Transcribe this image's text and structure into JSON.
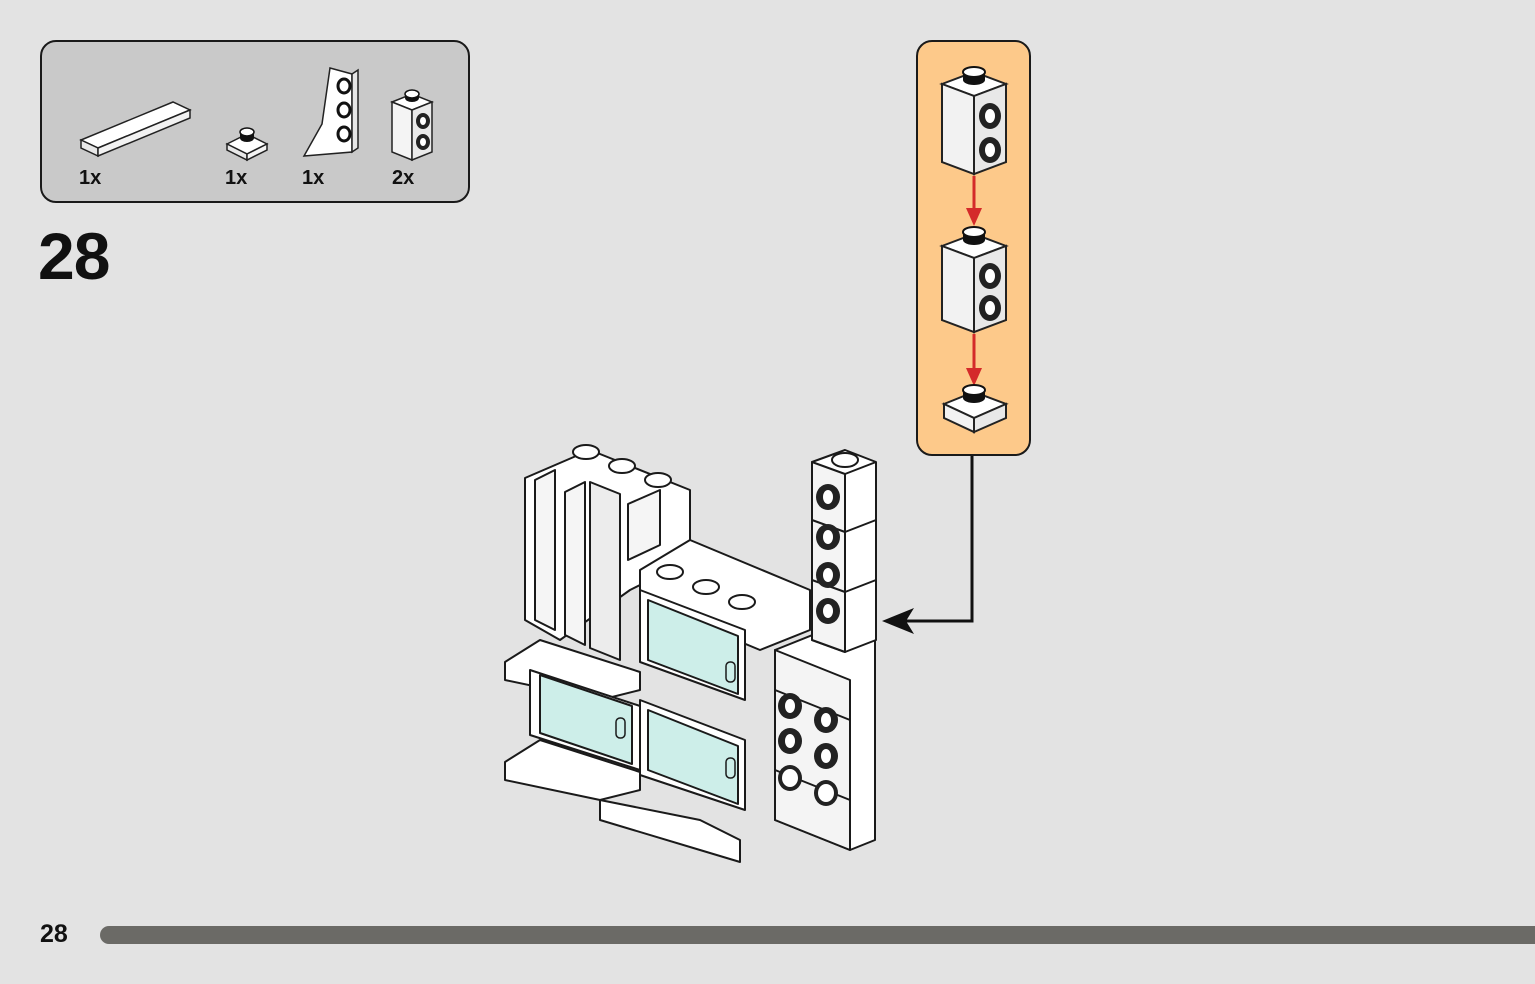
{
  "parts": [
    {
      "name": "tile-1x4",
      "qty": "1x"
    },
    {
      "name": "plate-1x1",
      "qty": "1x"
    },
    {
      "name": "wedge-plate",
      "qty": "1x"
    },
    {
      "name": "brick-1x1-studs-side",
      "qty": "2x"
    }
  ],
  "step": {
    "number": "28"
  },
  "footer": {
    "page_number": "28"
  },
  "colors": {
    "parts_box_bg": "#c9c9c9",
    "subassembly_bg": "#fdc98a",
    "arrow_red": "#d42a2a",
    "glass": "#cdeee9",
    "progress": "#6b6a66"
  }
}
